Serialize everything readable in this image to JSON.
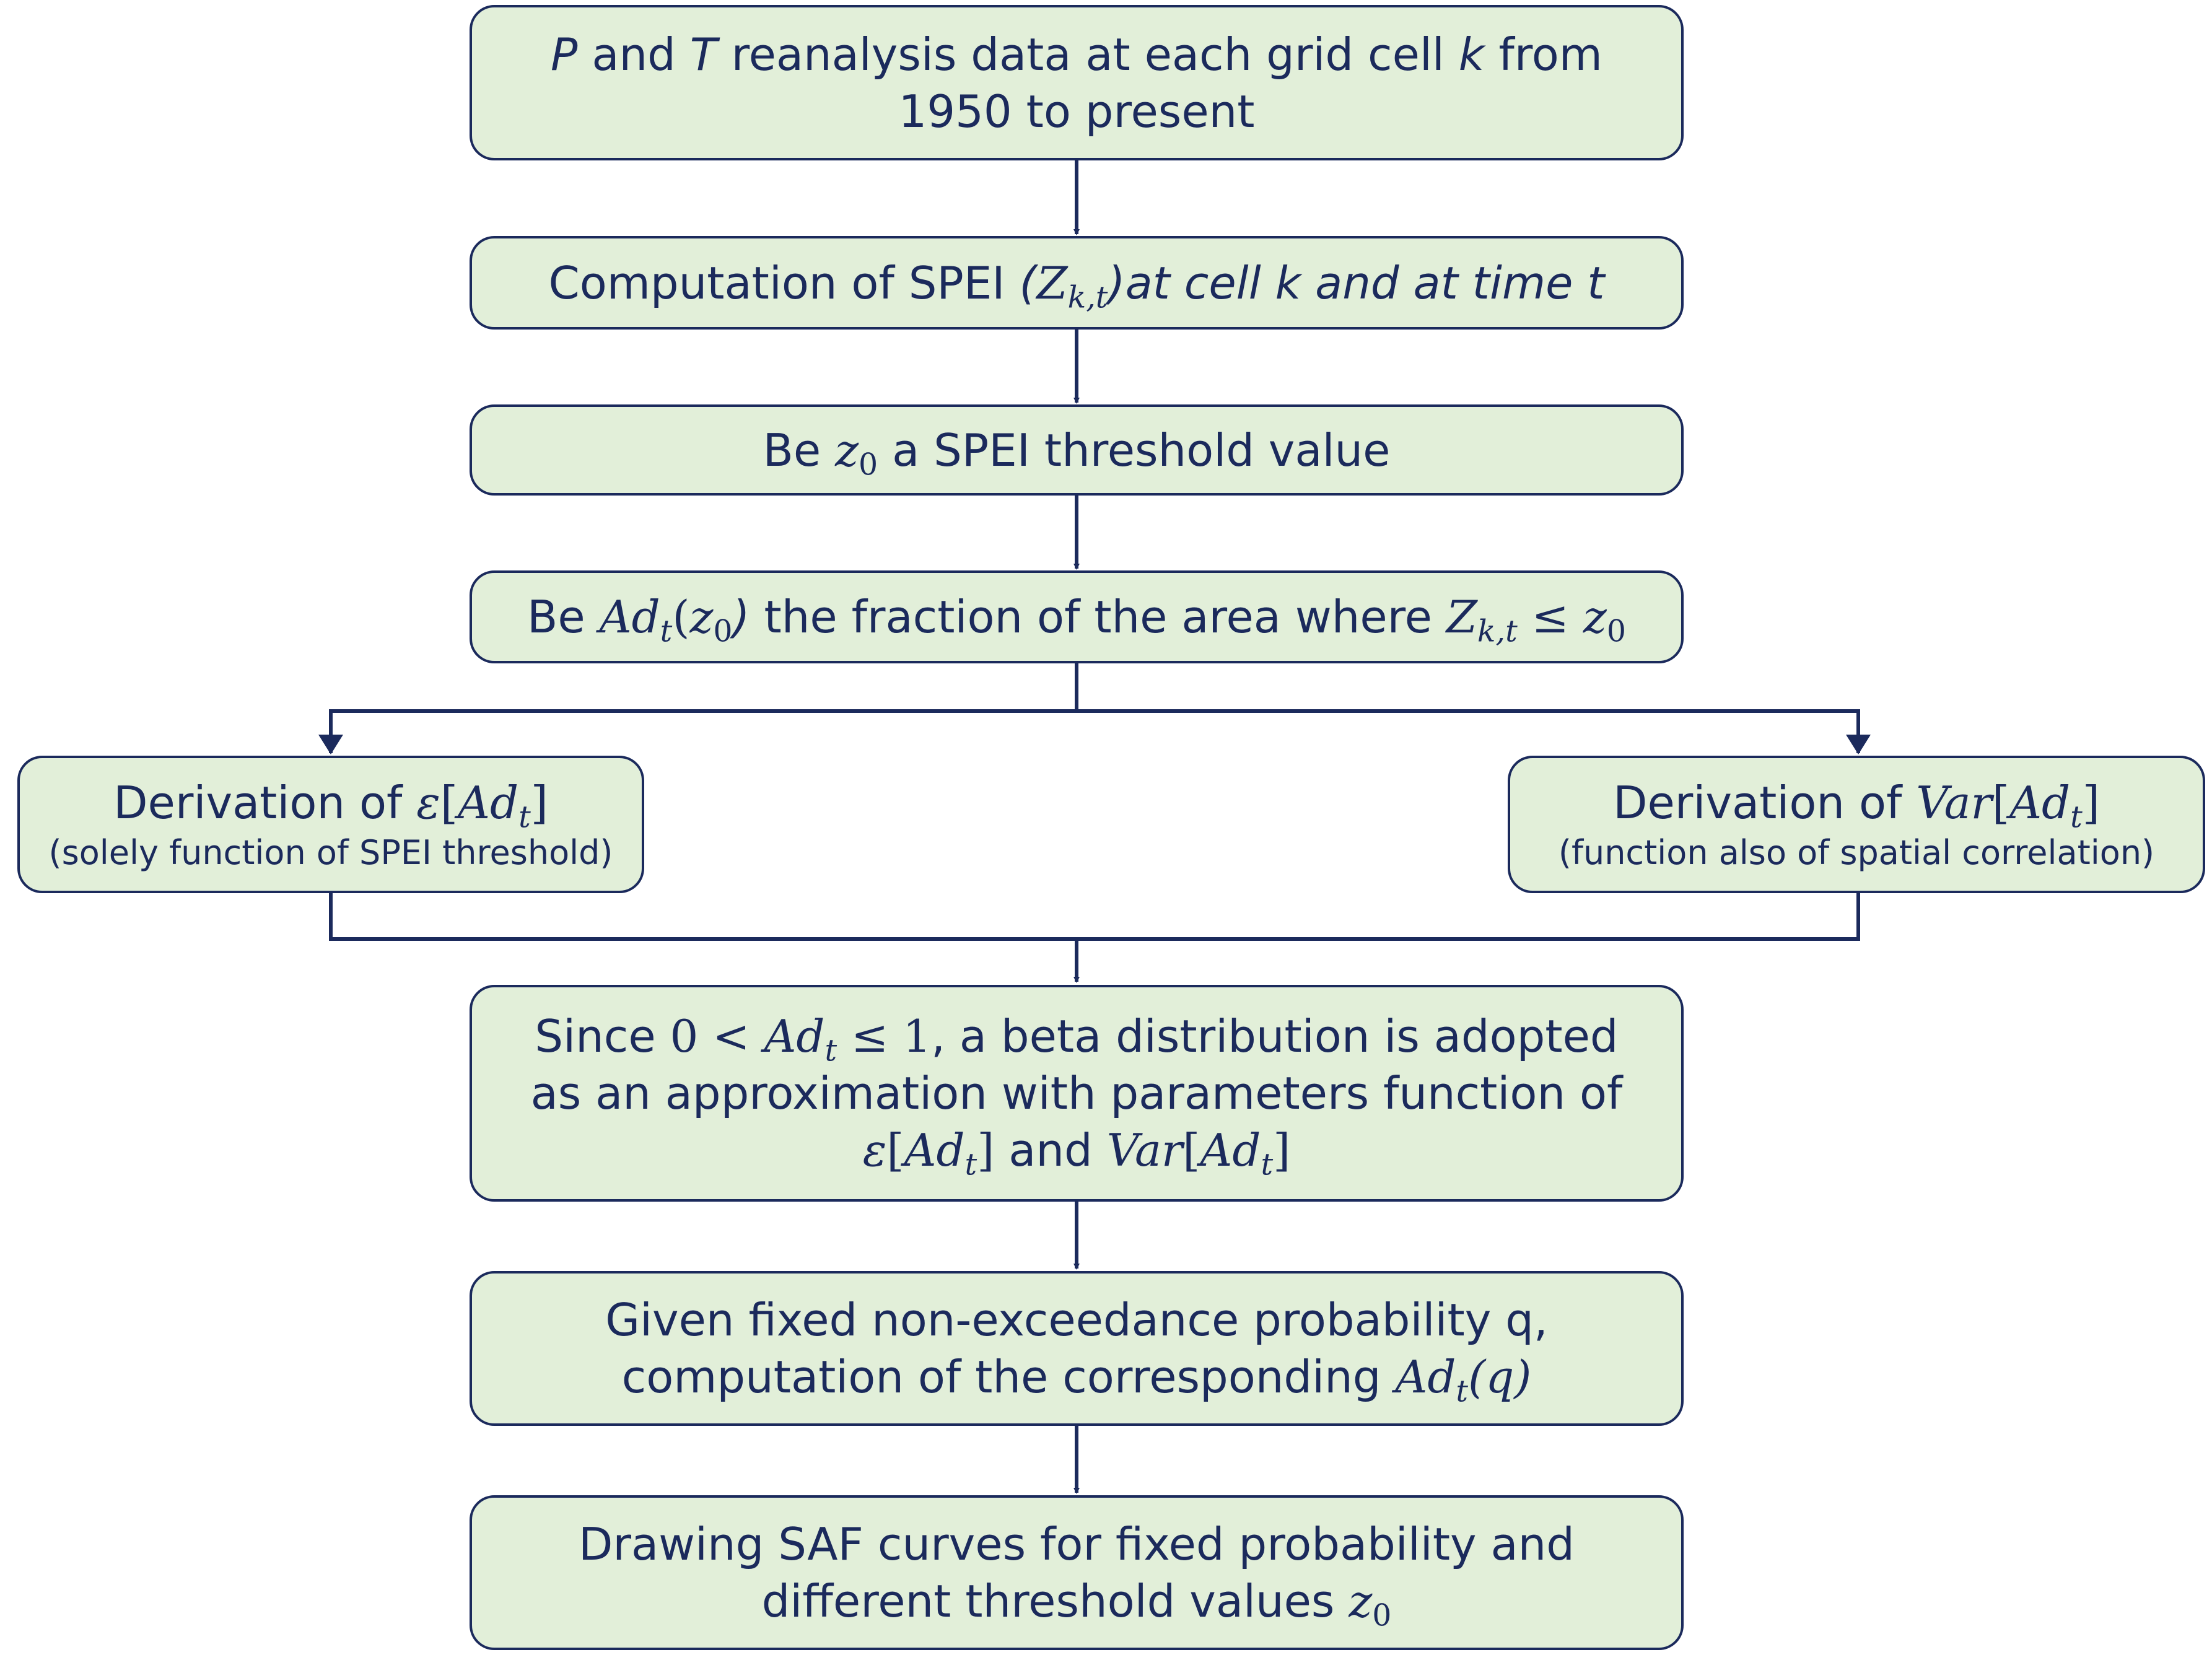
{
  "style": {
    "box_fill": "#e2efd9",
    "box_border": "#1b2a5c",
    "text_color": "#1b2a5c",
    "arrow_color": "#1b2a5c"
  },
  "n1": {
    "p": "P",
    "and": " and ",
    "t": "T",
    "rest": " reanalysis data at each grid cell ",
    "k": "k",
    "from": " from",
    "line2": "1950 to present"
  },
  "n2": {
    "pre": "Computation of SPEI ",
    "open": "(",
    "Z": "Z",
    "Zsub": "k,t",
    "close": ")",
    "rest": "at cell k and at time t"
  },
  "n3": {
    "pre": "Be ",
    "z": "z",
    "zsub": "0",
    "rest": " a SPEI threshold value"
  },
  "n4": {
    "pre": "Be ",
    "Ad": "Ad",
    "Adsub": "t",
    "arg_open": "(",
    "z": "z",
    "zsub": "0",
    "arg_close": ")",
    "mid": " the fraction of the area where ",
    "Z": "Z",
    "Zsub": "k,t",
    "le": " ≤ ",
    "z2": "z",
    "z2sub": "0"
  },
  "n5": {
    "pre": "Derivation of ",
    "op": "ε",
    "br_open": "[",
    "Ad": "Ad",
    "Adsub": "t",
    "br_close": "]",
    "sub": "(solely function of SPEI threshold)"
  },
  "n6": {
    "pre": "Derivation of ",
    "op": "Var",
    "br_open": "[",
    "Ad": "Ad",
    "Adsub": "t",
    "br_close": "]",
    "sub": "(function also of spatial correlation)"
  },
  "n7": {
    "since": "Since ",
    "zero": "0 < ",
    "Ad": "Ad",
    "Adsub": "t",
    "le_one": " ≤ 1",
    "rest1": ", a beta distribution is adopted",
    "line2": "as an approximation with parameters function of",
    "e": "ε",
    "e_open": "[",
    "eAd": "Ad",
    "eAdsub": "t",
    "e_close": "]",
    "and": " and ",
    "var": "Var",
    "v_open": "[",
    "vAd": "Ad",
    "vAdsub": "t",
    "v_close": "]"
  },
  "n8": {
    "line1": "Given fixed non-exceedance probability q,",
    "pre2": "computation of the corresponding ",
    "Ad": "Ad",
    "Adsub": "t",
    "arg": "(q)"
  },
  "n9": {
    "line1": "Drawing SAF curves for fixed probability and",
    "pre2": "different threshold values ",
    "z": "z",
    "zsub": "0"
  }
}
